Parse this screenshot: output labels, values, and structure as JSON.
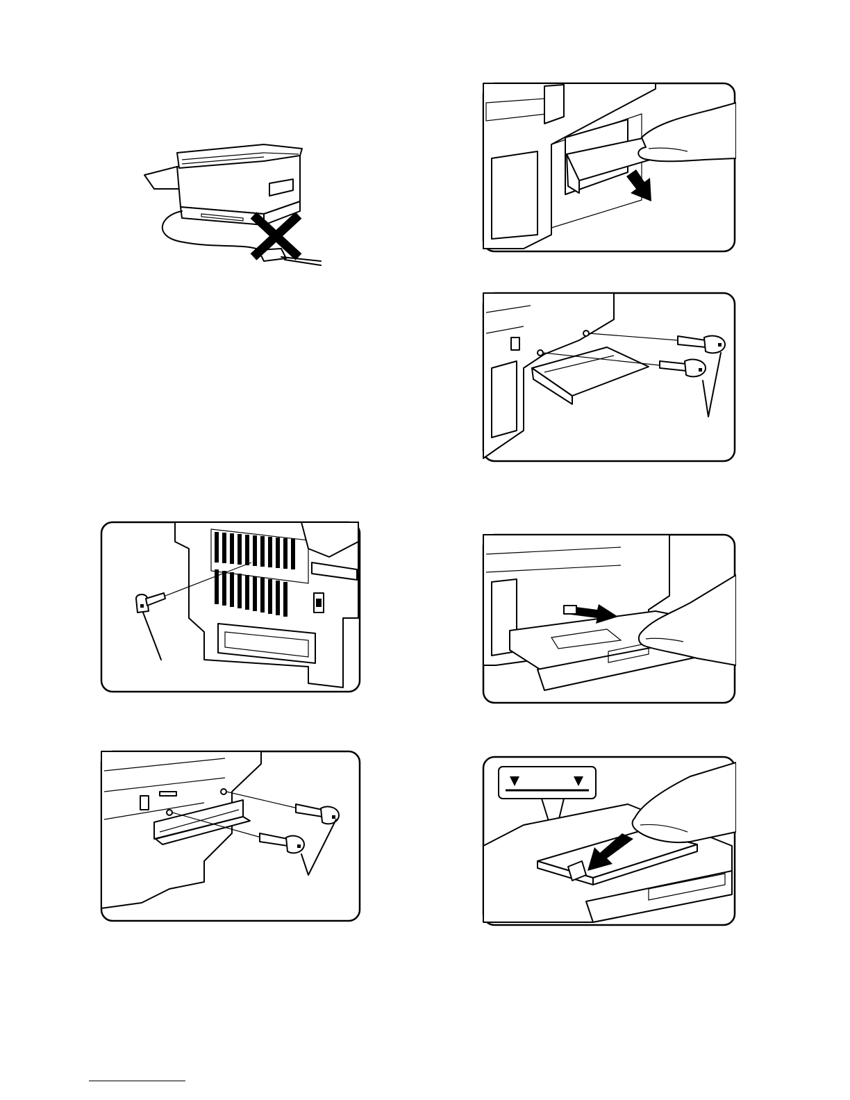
{
  "page": {
    "figures": [
      {
        "id": "fig-copier-unplug",
        "icon": "copier-power-plug-prohibited-icon"
      },
      {
        "id": "fig-rear-screw",
        "icon": "rear-panel-screw-removal-icon"
      },
      {
        "id": "fig-front-screws",
        "icon": "front-panel-two-screws-icon"
      },
      {
        "id": "fig-pull-tray",
        "icon": "pull-out-bypass-tray-icon"
      },
      {
        "id": "fig-tray-screws",
        "icon": "tray-two-screws-icon"
      },
      {
        "id": "fig-open-cassette",
        "icon": "pull-paper-cassette-icon"
      },
      {
        "id": "fig-load-paper",
        "icon": "load-paper-max-line-icon"
      }
    ],
    "colors": {
      "ink": "#000000",
      "paper": "#ffffff"
    }
  }
}
